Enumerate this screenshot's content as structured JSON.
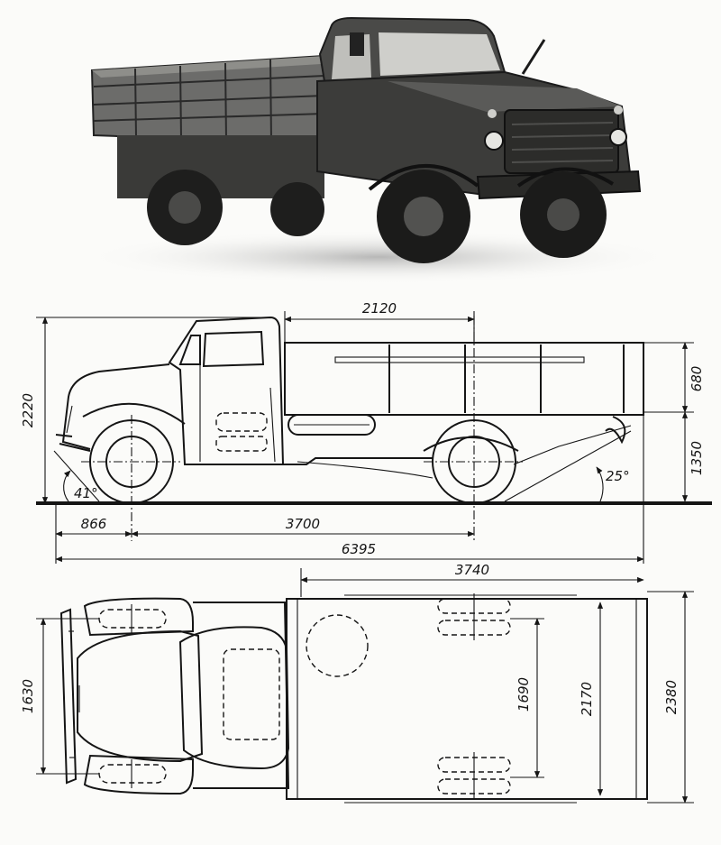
{
  "side_view": {
    "dimensions": {
      "cargo_bed_length": "2120",
      "overall_height": "2220",
      "side_board_height": "680",
      "platform_height": "1350",
      "front_overhang": "866",
      "wheelbase": "3700",
      "overall_length": "6395"
    },
    "angles": {
      "approach_angle": "41°",
      "departure_angle": "25°"
    }
  },
  "top_view": {
    "dimensions": {
      "cargo_body_length": "3740",
      "front_track": "1630",
      "rear_track": "1690",
      "body_inner_width": "2170",
      "overall_width": "2380"
    }
  }
}
